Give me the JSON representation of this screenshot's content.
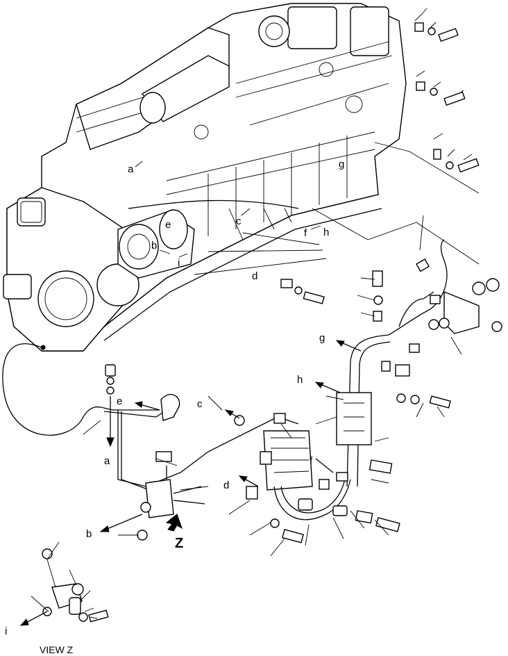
{
  "diagram": {
    "callouts": {
      "a_upper": "a",
      "b_upper": "b",
      "c_upper": "c",
      "d_upper": "d",
      "e_upper": "e",
      "f_upper": "f",
      "g_upper": "g",
      "h_upper": "h",
      "i_upper": "i",
      "a_lower": "a",
      "b_lower": "b",
      "c_lower": "c",
      "d_lower": "d",
      "e_lower": "e",
      "f_lower": "f",
      "g_lower": "g",
      "h_lower": "h",
      "i_view": "i"
    },
    "view_marker": "Z",
    "view_label": "VIEW Z"
  }
}
